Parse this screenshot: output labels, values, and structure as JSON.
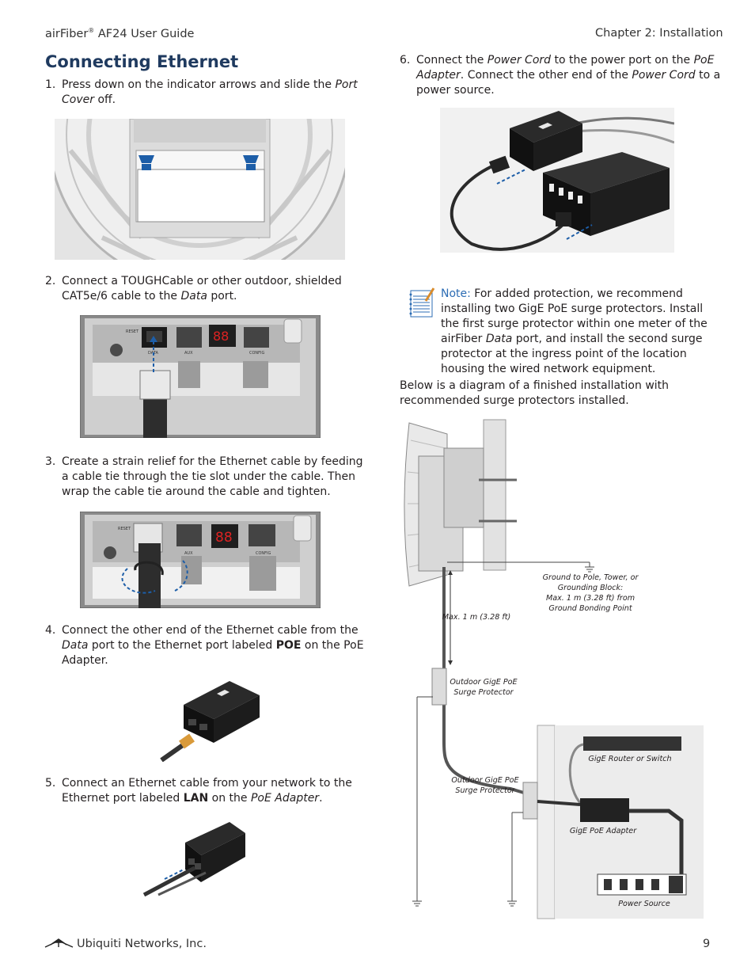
{
  "header": {
    "left_brand": "airFiber",
    "left_reg": "®",
    "left_rest": " AF24 User Guide",
    "right": "Chapter 2: Installation"
  },
  "section_title": "Connecting Ethernet",
  "steps": [
    {
      "num": "1.",
      "t1": "Press down on the indicator arrows and slide the ",
      "t1_em": "Port",
      "line2_em": "Cover",
      "line2": " off."
    },
    {
      "num": "2.",
      "line1": "Connect a TOUGHCable or other outdoor, shielded",
      "line2a": "CAT5e/6 cable to the ",
      "line2_em": "Data",
      "line2b": " port."
    },
    {
      "num": "3.",
      "line1": "Create a strain relief for the Ethernet cable by feeding",
      "line2": "a cable tie through the tie slot under the cable. Then",
      "line3": "wrap the cable tie around the cable and tighten."
    },
    {
      "num": "4.",
      "line1": "Connect the other end of the Ethernet cable from the",
      "line2_em": "Data",
      "line2a": " port to the Ethernet port labeled ",
      "line2_bold": "POE",
      "line2b": " on the PoE",
      "line3": "Adapter."
    },
    {
      "num": "5.",
      "line1": "Connect an Ethernet cable from your network to the",
      "line2a": "Ethernet port labeled ",
      "line2_bold": "LAN",
      "line2b": " on the ",
      "line2_em": "PoE Adapter",
      "line2c": "."
    },
    {
      "num": "6.",
      "l1a": "Connect the ",
      "l1_em": "Power Cord",
      "l1b": " to the power port on the ",
      "l1_em2": "PoE",
      "l2_em": "Adapter",
      "l2a": ". Connect the other end of the ",
      "l2_em2": "Power Cord",
      "l2b": " to a",
      "l3": "power source."
    }
  ],
  "device_labels": {
    "reset": "RESET",
    "data": "DATA",
    "aux": "AUX",
    "config": "CONFIG",
    "display": "88"
  },
  "note": {
    "key": "Note:",
    "l1": " For added protection, we recommend",
    "l2": "installing two GigE PoE surge protectors. Install",
    "l3": "the first surge protector within one meter of the",
    "l4a": "airFiber ",
    "l4_em": "Data",
    "l4b": " port, and install the second surge",
    "l5": "protector at the ingress point of the location",
    "l6": "housing the wired network equipment."
  },
  "below": {
    "l1": "Below is a diagram of a finished installation with",
    "l2": "recommended surge protectors installed."
  },
  "diagram_labels": {
    "ground": [
      "Ground to Pole, Tower, or",
      "Grounding Block:",
      "Max. 1 m (3.28 ft) from",
      "Ground Bonding Point"
    ],
    "max": "Max. 1 m (3.28 ft)",
    "outdoor1": [
      "Outdoor GigE PoE",
      "Surge Protector"
    ],
    "outdoor2": [
      "Outdoor GigE PoE",
      "Surge Protector"
    ],
    "router": "GigE Router or Switch",
    "adapter": "GigE PoE Adapter",
    "power": "Power Source"
  },
  "footer": {
    "company": "Ubiquiti Networks, Inc.",
    "page": "9"
  }
}
